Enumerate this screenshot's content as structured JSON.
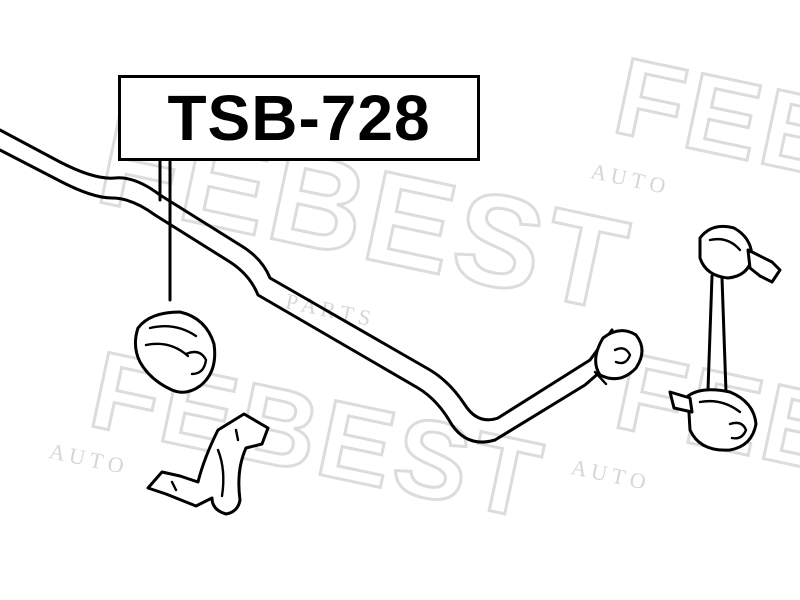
{
  "part_label": "TSB-728",
  "watermark": {
    "brand": "FEBEST",
    "sub_upper": "A U T O",
    "sub_lower": "P A R T S",
    "color": "#dcdcdc"
  },
  "diagram": {
    "line_color": "#000000",
    "background": "#ffffff"
  }
}
